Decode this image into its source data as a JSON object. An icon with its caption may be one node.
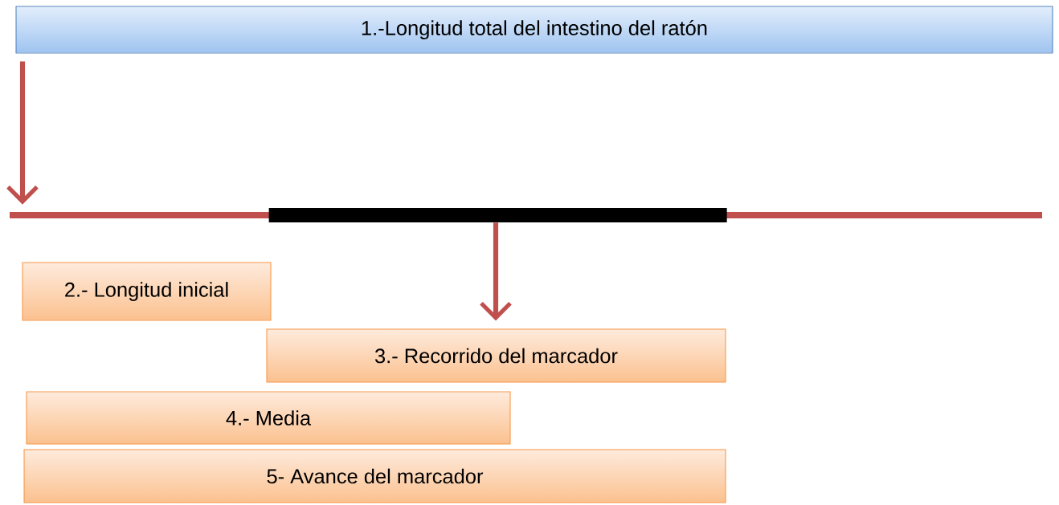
{
  "diagram": {
    "nodes": [
      {
        "text": [
          "1.-Longitud total del intestino del ratón"
        ]
      },
      {
        "text": [],
        "shape": "bar"
      },
      {
        "text": [],
        "shape": "bar",
        "in": 1
      },
      {
        "text": [
          "2.- Longitud inicial"
        ]
      },
      {
        "text": [
          "3.- Recorrido del marcador"
        ]
      },
      {
        "text": [
          "4.- Media"
        ]
      },
      {
        "text": [
          "5- Avance del marcador"
        ]
      }
    ],
    "edges": [
      {
        "from": 0,
        "to": 1,
        "arrow": "to"
      },
      {
        "from": 2,
        "to": 4,
        "arrow": "to"
      }
    ]
  }
}
